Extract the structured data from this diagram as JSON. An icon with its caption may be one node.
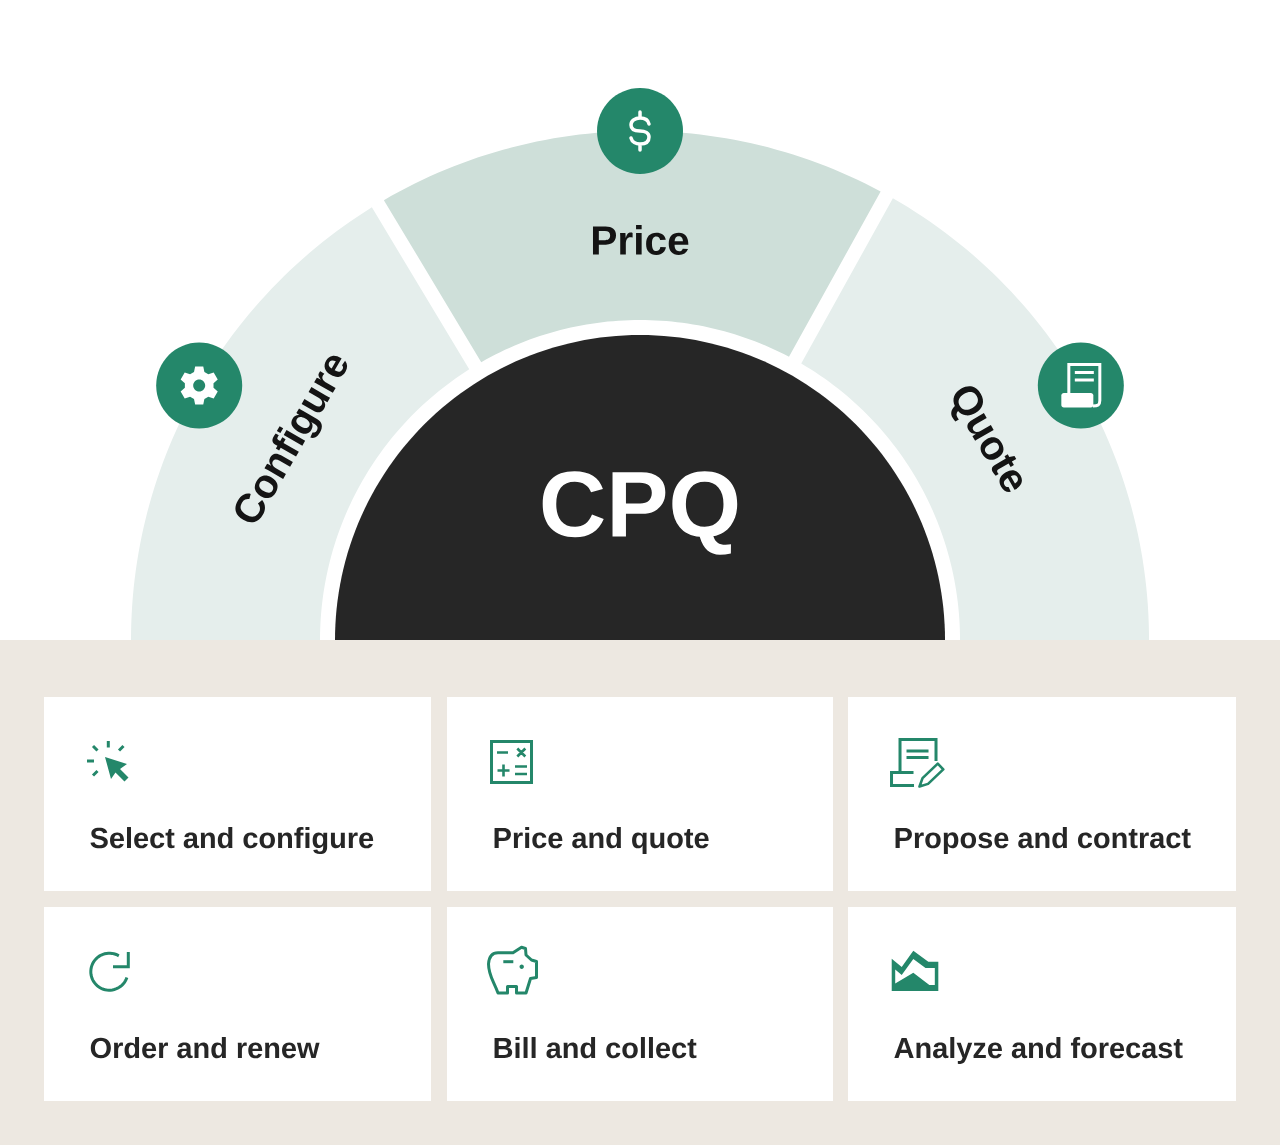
{
  "diagram": {
    "nodes": [
      {
        "text": [
          "Configure"
        ]
      },
      {
        "text": [
          "Price"
        ]
      },
      {
        "text": [
          "Quote"
        ]
      },
      {
        "text": [
          "CPQ"
        ]
      },
      {
        "text": [
          "Select and configure"
        ]
      },
      {
        "text": [
          "Price and quote"
        ]
      },
      {
        "text": [
          "Propose and contract"
        ]
      },
      {
        "text": [
          "Order and renew"
        ]
      },
      {
        "text": [
          "Bill and collect"
        ]
      },
      {
        "text": [
          "Analyze and forecast"
        ]
      }
    ]
  }
}
